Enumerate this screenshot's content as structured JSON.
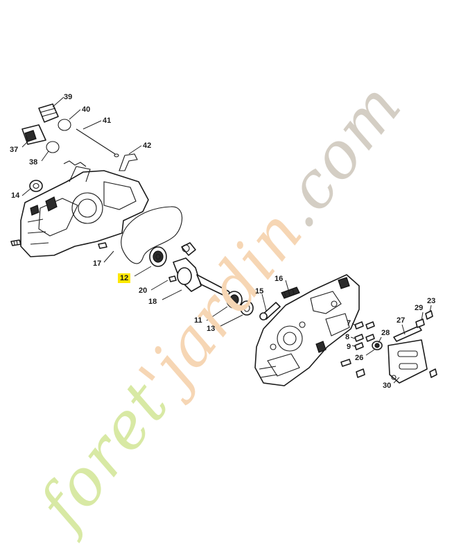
{
  "watermark": {
    "part_a": "foret",
    "part_b": "jardin",
    "part_c": ".com",
    "apostrophe": "'",
    "color_a": "#d8e9a4",
    "color_b": "#f6d6b4",
    "color_c": "#d4cec4"
  },
  "highlight_color": "#ffe800",
  "callouts": [
    {
      "id": "39",
      "label": "39"
    },
    {
      "id": "40",
      "label": "40"
    },
    {
      "id": "41",
      "label": "41"
    },
    {
      "id": "42",
      "label": "42"
    },
    {
      "id": "37",
      "label": "37"
    },
    {
      "id": "38",
      "label": "38"
    },
    {
      "id": "14",
      "label": "14"
    },
    {
      "id": "17",
      "label": "17"
    },
    {
      "id": "12",
      "label": "12",
      "highlighted": true
    },
    {
      "id": "20",
      "label": "20"
    },
    {
      "id": "18",
      "label": "18"
    },
    {
      "id": "16",
      "label": "16"
    },
    {
      "id": "15",
      "label": "15"
    },
    {
      "id": "11",
      "label": "11"
    },
    {
      "id": "13",
      "label": "13"
    },
    {
      "id": "29",
      "label": "29"
    },
    {
      "id": "23",
      "label": "23"
    },
    {
      "id": "27",
      "label": "27"
    },
    {
      "id": "7",
      "label": "7"
    },
    {
      "id": "8",
      "label": "8"
    },
    {
      "id": "28",
      "label": "28"
    },
    {
      "id": "9",
      "label": "9"
    },
    {
      "id": "26",
      "label": "26"
    },
    {
      "id": "30",
      "label": "30"
    }
  ]
}
